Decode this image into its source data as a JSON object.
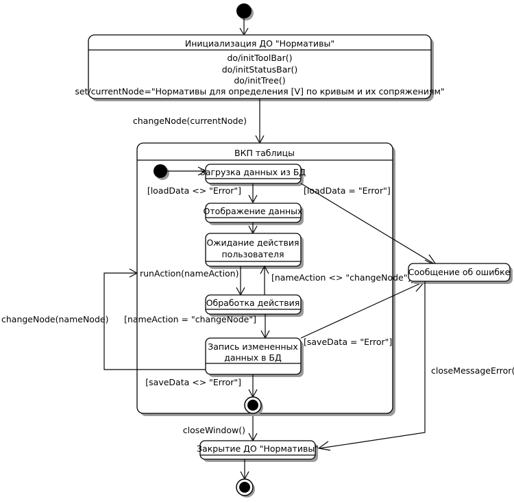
{
  "diagram": {
    "type": "uml-state-machine",
    "language": "ru"
  },
  "states": {
    "init_node": "initial-state",
    "initialization": {
      "title": "Инициализация ДО \"Нормативы\"",
      "actions": [
        "do/initToolBar()",
        "do/initStatusBar()",
        "do/initTree()",
        "set/currentNode=\"Нормативы для определения [V] по кривым и их сопряжениям\""
      ]
    },
    "composite": {
      "title": "ВКП таблицы"
    },
    "load_data": {
      "title": "Загрузка данных из БД"
    },
    "show_data": {
      "title": "Отображение данных"
    },
    "wait_action": {
      "title_line1": "Ожидание действия",
      "title_line2": "пользователя"
    },
    "process_action": {
      "title": "Обработка действия"
    },
    "save_data": {
      "title_line1": "Запись измененных",
      "title_line2": "данных в БД"
    },
    "error_message": {
      "title": "Сообщение об ошибке"
    },
    "close_do": {
      "title": "Закрытие ДО \"Нормативы\""
    }
  },
  "transitions": {
    "change_node_current": "changeNode(currentNode)",
    "load_ok": "[loadData <> \"Error\"]",
    "load_error": "[loadData = \"Error\"]",
    "run_action": "runAction(nameAction)",
    "name_action_not_change": "[nameAction <> \"changeNode\"]",
    "name_action_change": "[nameAction = \"changeNode\"]",
    "change_node_name": "changeNode(nameNode)",
    "save_error": "[saveData = \"Error\"]",
    "save_ok": "[saveData <> \"Error\"]",
    "close_window": "closeWindow()",
    "close_message_error": "closeMessageError()"
  },
  "colors": {
    "line": "#000000",
    "fill": "#ffffff",
    "shadow": "#9a9a9a"
  }
}
